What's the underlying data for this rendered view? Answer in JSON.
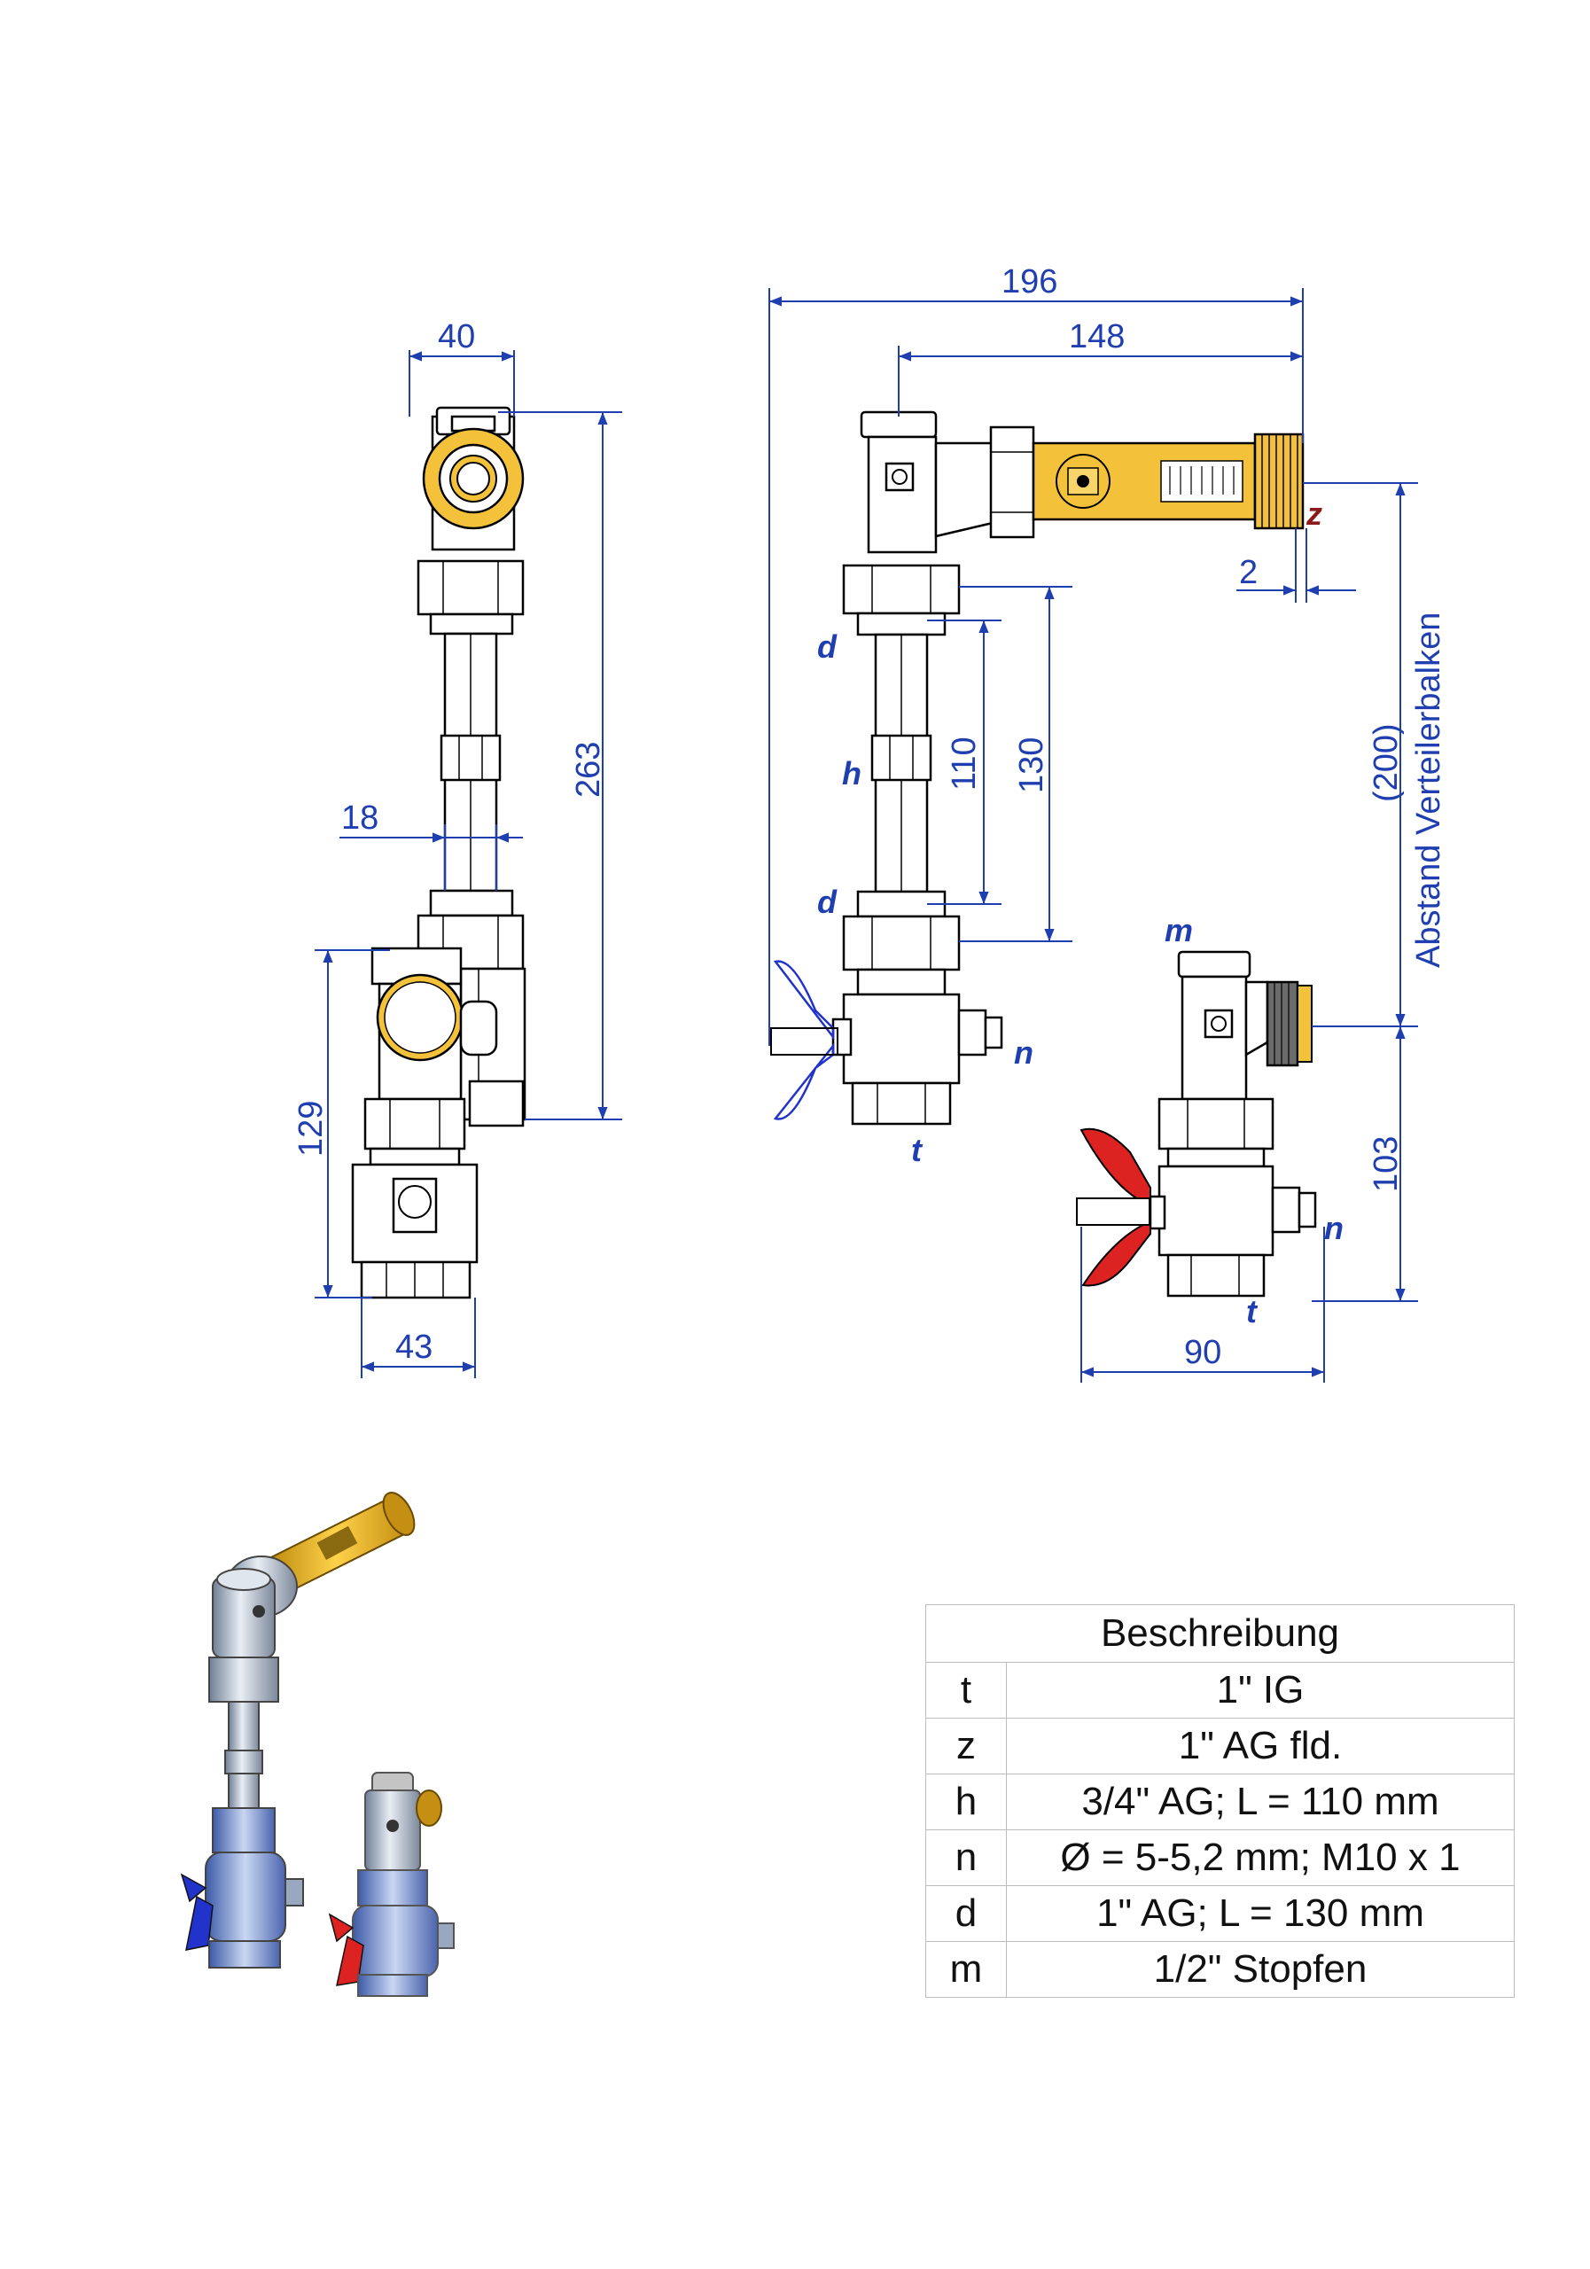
{
  "dimensions": {
    "w40": "40",
    "h263": "263",
    "w18": "18",
    "h129": "129",
    "w43": "43",
    "w196": "196",
    "w148": "148",
    "w2": "2",
    "h110": "110",
    "h130": "130",
    "v200": "(200)",
    "abstand": "Abstand Verteilerbalken",
    "h103": "103",
    "w90": "90"
  },
  "tags": {
    "d": "d",
    "h": "h",
    "n": "n",
    "t": "t",
    "z": "z",
    "m": "m"
  },
  "table": {
    "header": "Beschreibung",
    "rows": [
      {
        "key": "t",
        "value": "1\" IG"
      },
      {
        "key": "z",
        "value": "1\" AG fld."
      },
      {
        "key": "h",
        "value": "3/4\" AG; L = 110 mm"
      },
      {
        "key": "n",
        "value": "Ø = 5-5,2 mm; M10 x 1"
      },
      {
        "key": "d",
        "value": "1\" AG; L = 130 mm"
      },
      {
        "key": "m",
        "value": "1/2\" Stopfen"
      }
    ]
  },
  "colors": {
    "dimension": "#1f3fb0",
    "brass": "#f3c23a",
    "handle_blue": "#2233cc",
    "handle_red": "#dd2222",
    "tag_z": "#8b1a1a"
  }
}
